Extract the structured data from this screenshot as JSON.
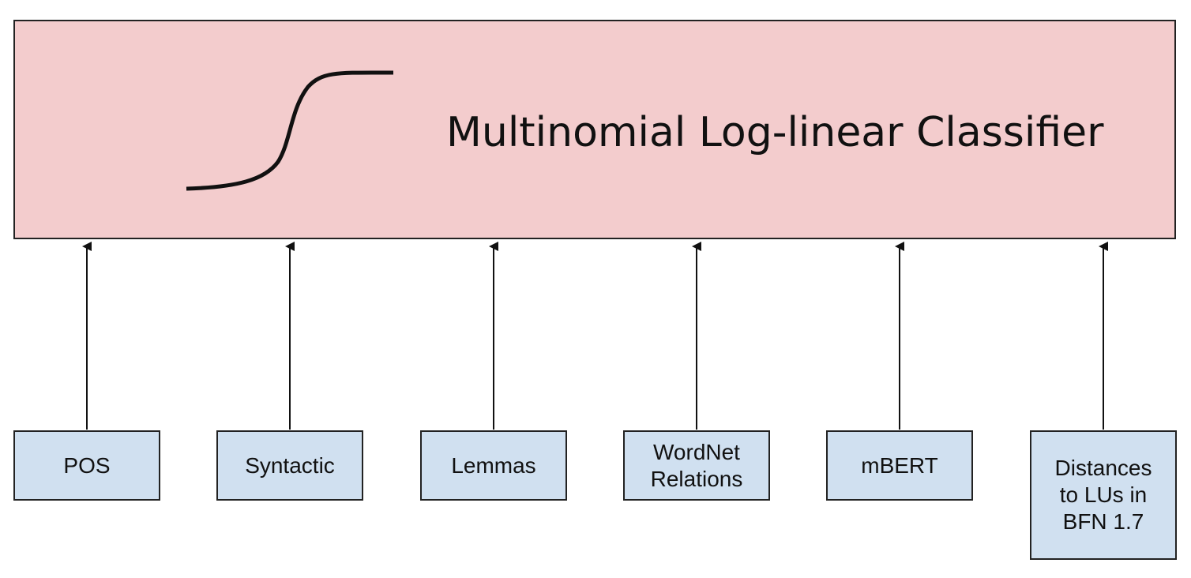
{
  "classifier": {
    "title": "Multinomial Log-linear Classifier",
    "icon": "sigmoid-curve-icon",
    "fill_color": "#f3cccd"
  },
  "features": [
    {
      "id": "pos",
      "label": "POS"
    },
    {
      "id": "syntactic",
      "label": "Syntactic"
    },
    {
      "id": "lemmas",
      "label": "Lemmas"
    },
    {
      "id": "wordnet",
      "label": "WordNet\nRelations"
    },
    {
      "id": "mbert",
      "label": "mBERT"
    },
    {
      "id": "distances",
      "label": "Distances\nto LUs in\nBFN 1.7"
    }
  ],
  "colors": {
    "feature_fill": "#d0e0f0",
    "stroke": "#222222"
  }
}
